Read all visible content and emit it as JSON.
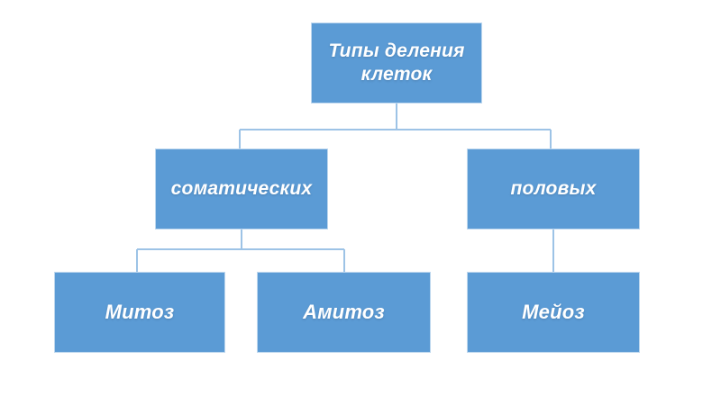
{
  "diagram": {
    "type": "hierarchy-tree",
    "title_text": "Типы деления клеток",
    "background_color": "#FFFFFF",
    "node_fill_color": "#5B9BD5",
    "node_border_color": "#BDD7EE",
    "node_text_color": "#FFFFFF",
    "connector_color": "#9DC3E6",
    "nodes": {
      "root": {
        "label": "Типы деления клеток",
        "level": 1
      },
      "somatic": {
        "label": "соматических",
        "level": 2
      },
      "germ": {
        "label": "половых",
        "level": 2
      },
      "mitosis": {
        "label": "Митоз",
        "level": 3
      },
      "amitosis": {
        "label": "Амитоз",
        "level": 3
      },
      "meiosis": {
        "label": "Мейоз",
        "level": 3
      }
    },
    "edges": [
      {
        "from": "root",
        "to": "somatic"
      },
      {
        "from": "root",
        "to": "germ"
      },
      {
        "from": "somatic",
        "to": "mitosis"
      },
      {
        "from": "somatic",
        "to": "amitosis"
      },
      {
        "from": "germ",
        "to": "meiosis"
      }
    ]
  }
}
